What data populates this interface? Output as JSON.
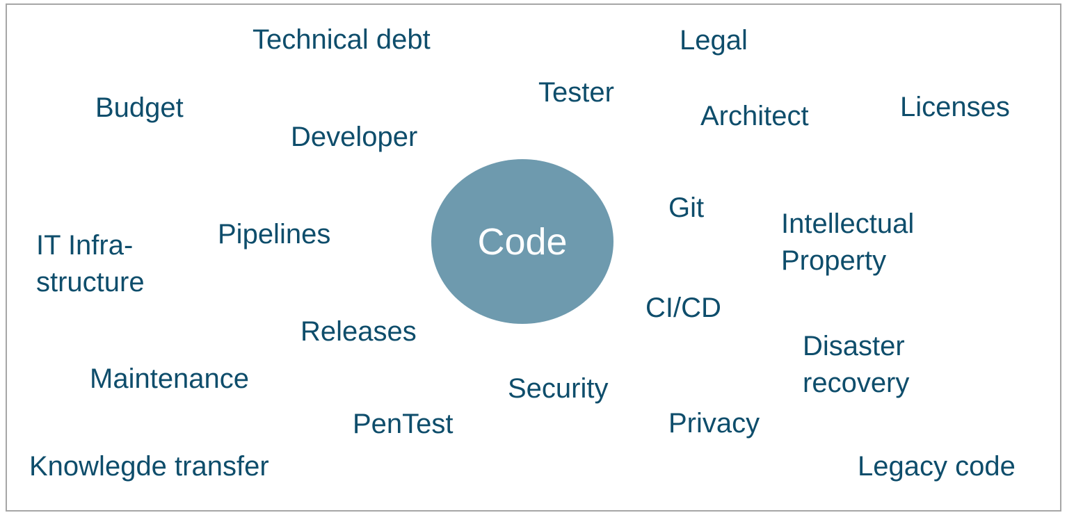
{
  "center": {
    "label": "Code"
  },
  "terms": {
    "technical_debt": "Technical debt",
    "legal": "Legal",
    "tester": "Tester",
    "budget": "Budget",
    "architect": "Architect",
    "licenses": "Licenses",
    "developer": "Developer",
    "git": "Git",
    "intellectual_property": [
      "Intellectual",
      "Property"
    ],
    "it_infrastructure": [
      "IT Infra-",
      "structure"
    ],
    "pipelines": "Pipelines",
    "ci_cd": "CI/CD",
    "releases": "Releases",
    "disaster_recovery": [
      "Disaster",
      "recovery"
    ],
    "maintenance": "Maintenance",
    "security": "Security",
    "pentest": "PenTest",
    "privacy": "Privacy",
    "knowledge_transfer": "Knowlegde transfer",
    "legacy_code": "Legacy code"
  },
  "colors": {
    "text": "#0e4d6b",
    "circle": "#6e9aae",
    "circle_text": "#ffffff",
    "frame": "#a6a6a6"
  }
}
